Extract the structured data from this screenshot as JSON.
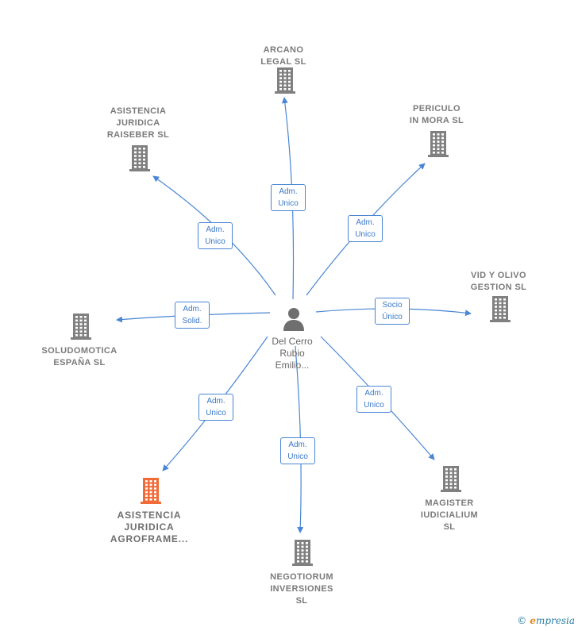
{
  "center": {
    "name_lines": [
      "Del Cerro",
      "Rubio",
      "Emilio..."
    ],
    "icon": "person-icon"
  },
  "colors": {
    "edge": "#4a86d4",
    "node": "#808080",
    "highlight": "#f26a35"
  },
  "nodes": [
    {
      "id": "arcano",
      "lines": [
        "ARCANO",
        "LEGAL  SL"
      ],
      "relation": [
        "Adm.",
        "Unico"
      ],
      "highlight": false,
      "icon": "building-icon"
    },
    {
      "id": "periculo",
      "lines": [
        "PERICULO",
        "IN MORA  SL"
      ],
      "relation": [
        "Adm.",
        "Unico"
      ],
      "highlight": false,
      "icon": "building-icon"
    },
    {
      "id": "asistencia-raiseber",
      "lines": [
        "ASISTENCIA",
        "JURIDICA",
        "RAISEBER  SL"
      ],
      "relation": [
        "Adm.",
        "Unico"
      ],
      "highlight": false,
      "icon": "building-icon"
    },
    {
      "id": "vid-olivo",
      "lines": [
        "VID Y OLIVO",
        "GESTION  SL"
      ],
      "relation": [
        "Socio",
        "Único"
      ],
      "highlight": false,
      "icon": "building-icon"
    },
    {
      "id": "soludomotica",
      "lines": [
        "SOLUDOMOTICA",
        "ESPAÑA SL"
      ],
      "relation": [
        "Adm.",
        "Solid."
      ],
      "highlight": false,
      "icon": "building-icon"
    },
    {
      "id": "asistencia-agroframe",
      "lines": [
        "ASISTENCIA",
        "JURIDICA",
        "AGROFRAME..."
      ],
      "relation": [
        "Adm.",
        "Unico"
      ],
      "highlight": true,
      "icon": "building-icon"
    },
    {
      "id": "negotiorum",
      "lines": [
        "NEGOTIORUM",
        "INVERSIONES",
        "SL"
      ],
      "relation": [
        "Adm.",
        "Unico"
      ],
      "highlight": false,
      "icon": "building-icon"
    },
    {
      "id": "magister",
      "lines": [
        "MAGISTER",
        "IUDICIALIUM",
        "SL"
      ],
      "relation": [
        "Adm.",
        "Unico"
      ],
      "highlight": false,
      "icon": "building-icon"
    }
  ],
  "brand": {
    "copyright": "©",
    "initial": "e",
    "rest": "mpresia"
  }
}
